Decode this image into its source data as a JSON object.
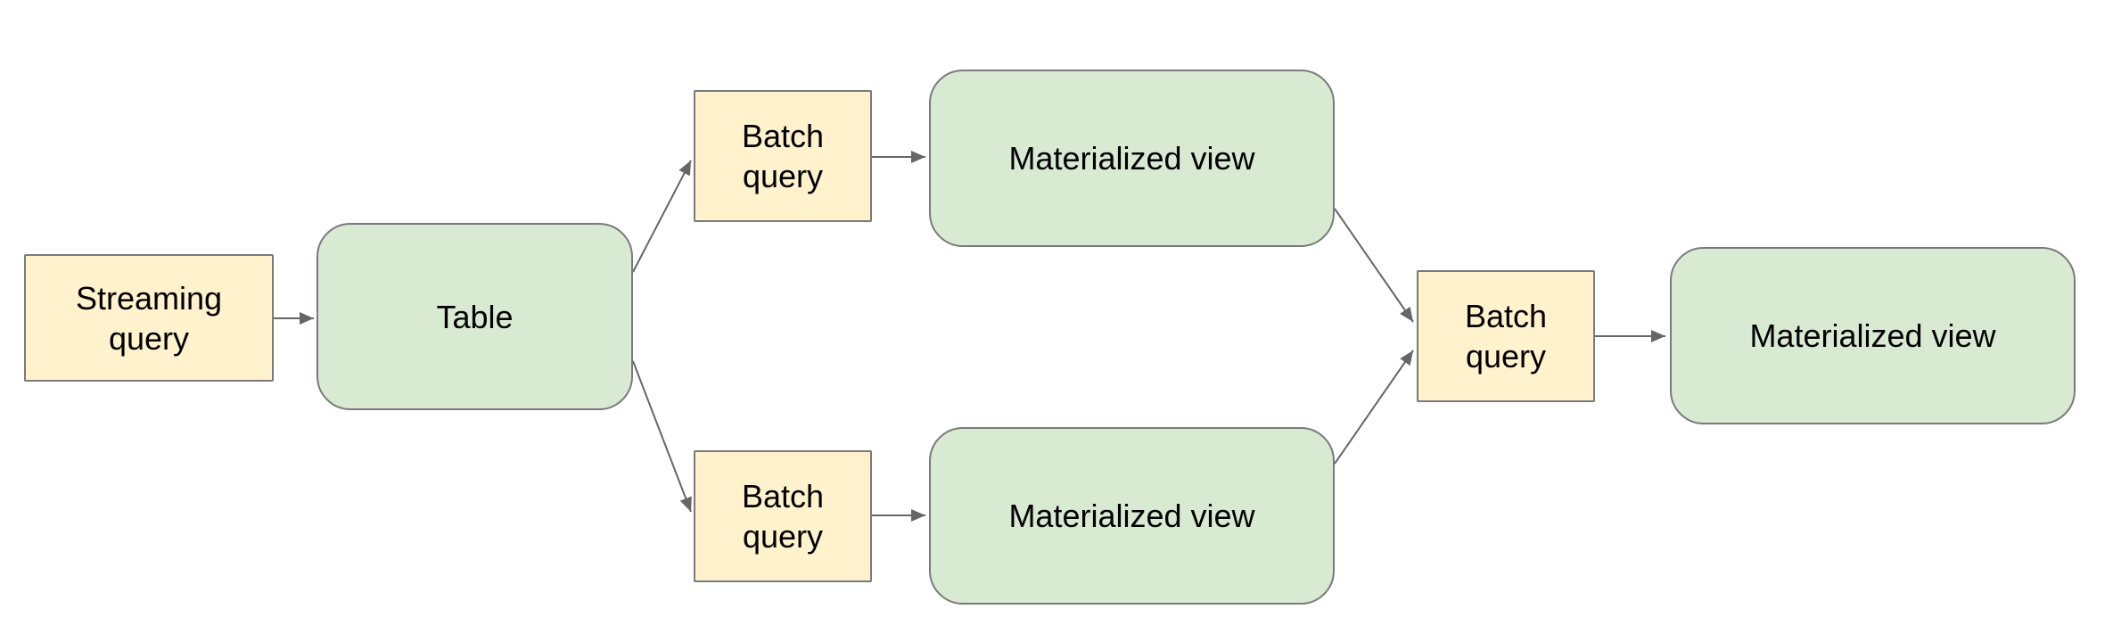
{
  "diagram": {
    "nodes": [
      {
        "id": "streaming-query",
        "label": "Streaming query",
        "kind": "query"
      },
      {
        "id": "table",
        "label": "Table",
        "kind": "table"
      },
      {
        "id": "batch-query-top",
        "label": "Batch query",
        "kind": "query"
      },
      {
        "id": "materialized-view-top",
        "label": "Materialized view",
        "kind": "materialized-view"
      },
      {
        "id": "batch-query-bottom",
        "label": "Batch query",
        "kind": "query"
      },
      {
        "id": "materialized-view-bottom",
        "label": "Materialized view",
        "kind": "materialized-view"
      },
      {
        "id": "batch-query-right",
        "label": "Batch query",
        "kind": "query"
      },
      {
        "id": "materialized-view-right",
        "label": "Materialized view",
        "kind": "materialized-view"
      }
    ],
    "edges": [
      {
        "from": "streaming-query",
        "to": "table"
      },
      {
        "from": "table",
        "to": "batch-query-top"
      },
      {
        "from": "table",
        "to": "batch-query-bottom"
      },
      {
        "from": "batch-query-top",
        "to": "materialized-view-top"
      },
      {
        "from": "batch-query-bottom",
        "to": "materialized-view-bottom"
      },
      {
        "from": "materialized-view-top",
        "to": "batch-query-right"
      },
      {
        "from": "materialized-view-bottom",
        "to": "batch-query-right"
      },
      {
        "from": "batch-query-right",
        "to": "materialized-view-right"
      }
    ],
    "colors": {
      "query_fill": "#fff2cc",
      "view_fill": "#d9ead3",
      "node_border": "#7a7a7a",
      "arrow": "#666666",
      "text": "#000000",
      "background": "#ffffff"
    }
  }
}
